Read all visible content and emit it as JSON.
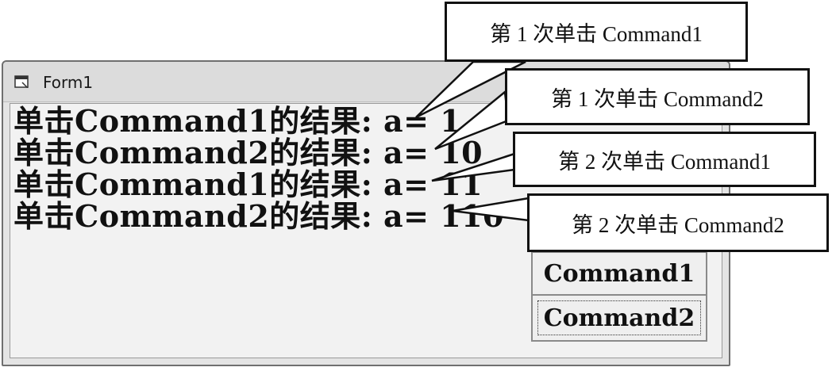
{
  "window": {
    "title": "Form1",
    "icon": "form-window-icon",
    "output_lines": [
      "单击Command1的结果: a= 1",
      "单击Command2的结果: a= 10",
      "单击Command1的结果: a= 11",
      "单击Command2的结果: a= 110"
    ],
    "buttons": {
      "command1": "Command1",
      "command2": "Command2"
    }
  },
  "callouts": [
    "第 1 次单击 Command1",
    "第 1 次单击 Command2",
    "第 2 次单击 Command1",
    "第 2 次单击 Command2"
  ],
  "colors": {
    "window_bg": "#e4e4e4",
    "client_bg": "#f2f2f2",
    "text": "#111111",
    "callout_border": "#111111"
  }
}
